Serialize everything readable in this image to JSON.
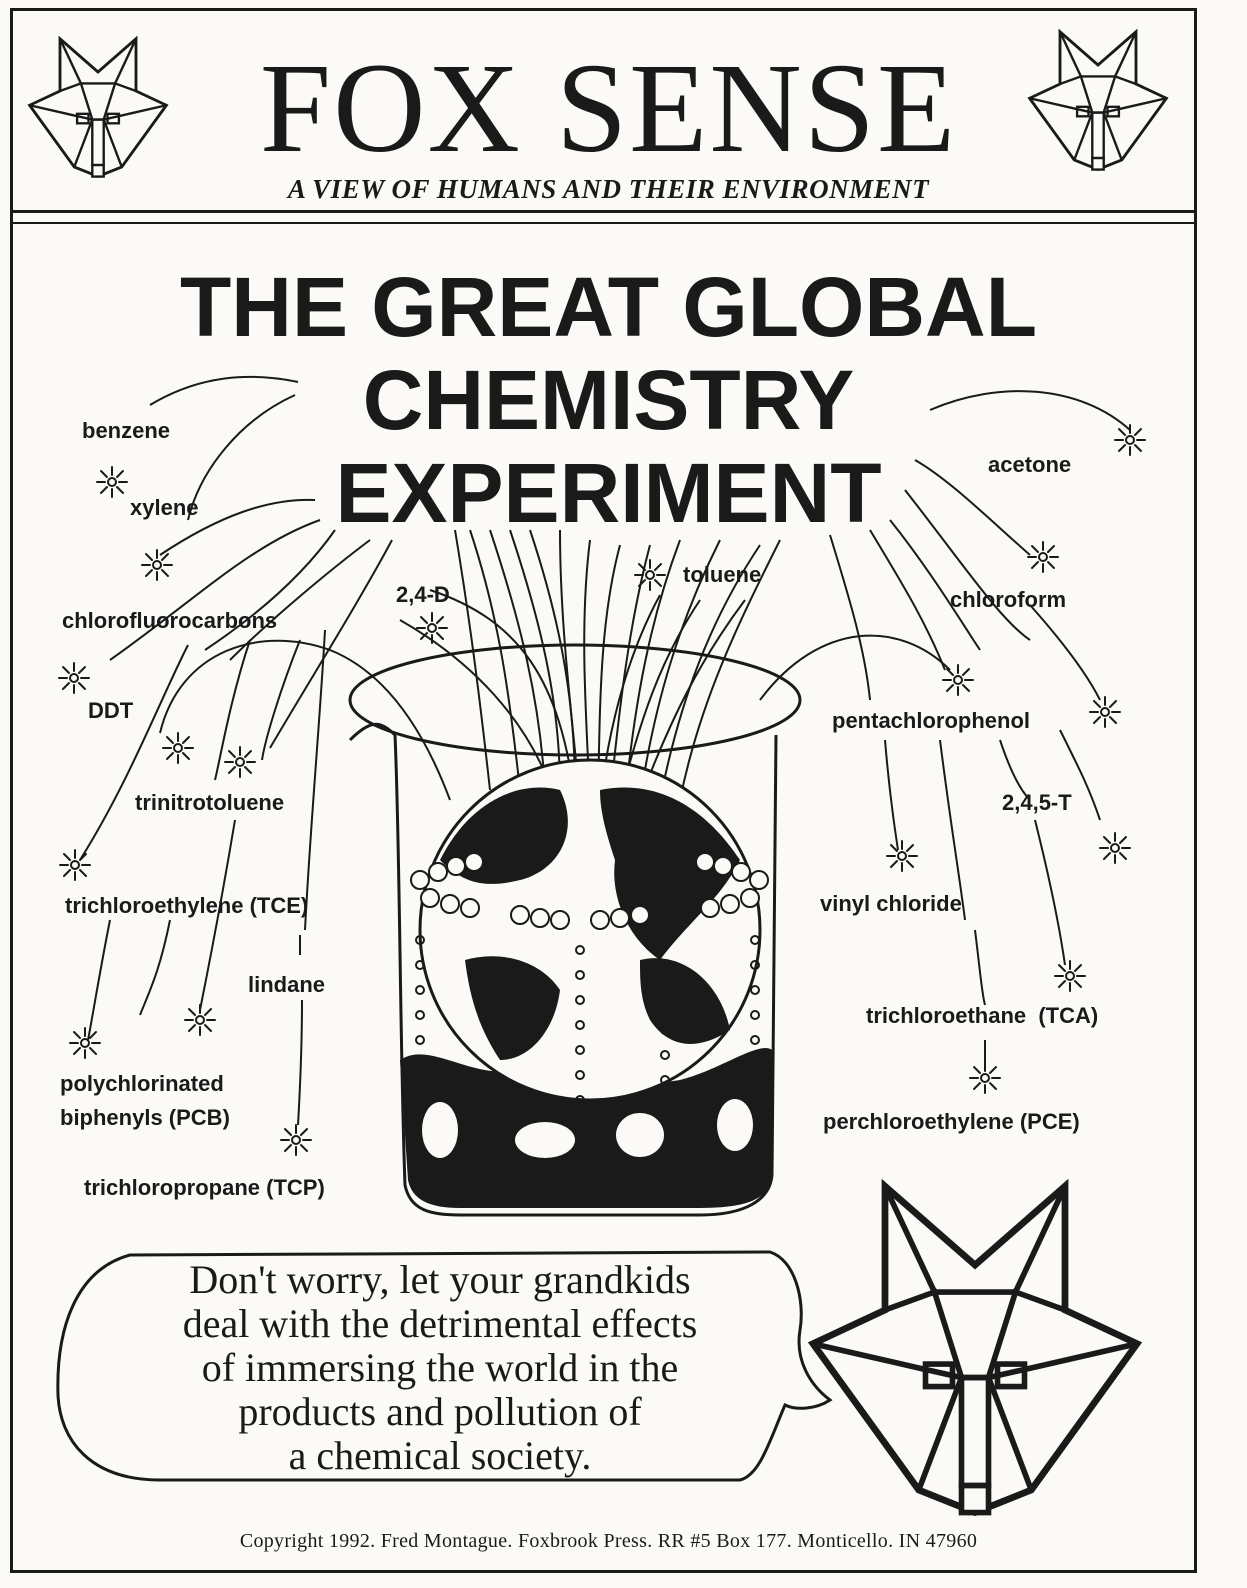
{
  "masthead": {
    "title": "FOX SENSE",
    "subtitle": "A VIEW OF HUMANS AND THEIR ENVIRONMENT"
  },
  "headline": {
    "line1": "THE GREAT GLOBAL",
    "line2": "CHEMISTRY",
    "line3": "EXPERIMENT"
  },
  "chemicals": {
    "benzene": "benzene",
    "xylene": "xylene",
    "chlorofluorocarbons": "chlorofluorocarbons",
    "ddt": "DDT",
    "trinitrotoluene": "trinitrotoluene",
    "tce": "trichloroethylene (TCE)",
    "lindane": "lindane",
    "pcb_line1": "polychlorinated",
    "pcb_line2": "biphenyls (PCB)",
    "tcp": "trichloropropane (TCP)",
    "d24": "2,4-D",
    "toluene": "toluene",
    "acetone": "acetone",
    "chloroform": "chloroform",
    "pentachlorophenol": "pentachlorophenol",
    "t245": "2,4,5-T",
    "vinyl_chloride": "vinyl chloride",
    "tca": "trichloroethane  (TCA)",
    "pce": "perchloroethylene (PCE)"
  },
  "speech_bubble": {
    "line1": "Don't worry, let your grandkids",
    "line2": "deal with the detrimental effects",
    "line3": "of immersing the world in the",
    "line4": "products and pollution of",
    "line5": "a chemical society."
  },
  "footer": {
    "copyright": "Copyright 1992.  Fred Montague. Foxbrook Press. RR #5  Box 177. Monticello. IN 47960"
  },
  "icons": [
    "fox-head-icon",
    "splash-icon",
    "beaker-icon",
    "globe-icon"
  ],
  "colors": {
    "ink": "#1a1a1a",
    "paper": "#fbfaf6"
  }
}
